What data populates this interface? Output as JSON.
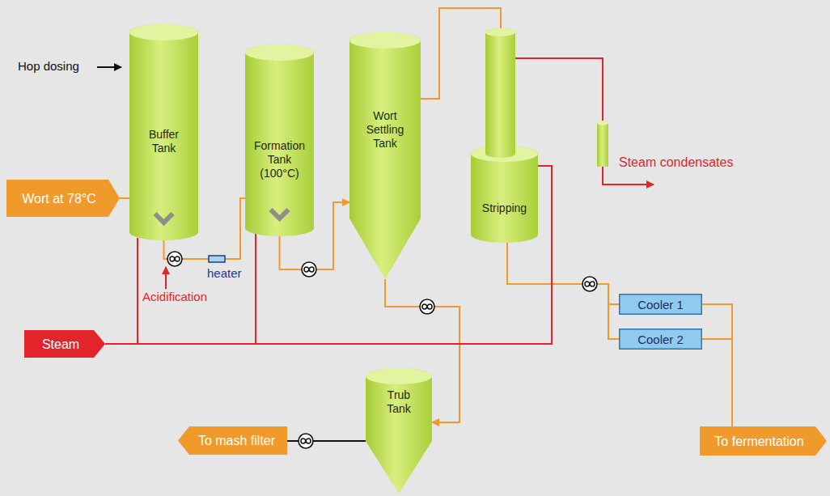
{
  "diagram": {
    "nodes": [
      {
        "text": [
          "Wort at 78°C"
        ]
      },
      {
        "text": [
          "Buffer Tank"
        ]
      },
      {
        "text": [
          "Formation Tank (100°C)"
        ]
      },
      {
        "text": [
          "Wort Settling Tank"
        ]
      },
      {
        "text": [
          "Stripping"
        ]
      },
      {
        "text": [
          "Steam"
        ]
      },
      {
        "text": [
          "Cooler 1"
        ]
      },
      {
        "text": [
          "Cooler 2"
        ]
      },
      {
        "text": [
          "Trub Tank"
        ]
      },
      {
        "text": [
          "To mash filter"
        ]
      },
      {
        "text": [
          "To fermentation"
        ]
      }
    ],
    "edges": [
      {
        "from": 0,
        "to": 1,
        "arrow": "none"
      },
      {
        "from": 1,
        "to": 2,
        "arrow": "none"
      },
      {
        "from": 2,
        "to": 3,
        "arrow": "to"
      },
      {
        "from": 3,
        "to": 4,
        "arrow": "none"
      },
      {
        "from": 3,
        "to": 8,
        "arrow": "to"
      },
      {
        "from": 4,
        "to": 6,
        "arrow": "none"
      },
      {
        "from": 4,
        "to": 7,
        "arrow": "none"
      },
      {
        "from": 6,
        "to": 10,
        "arrow": "none"
      },
      {
        "from": 7,
        "to": 10,
        "arrow": "none"
      },
      {
        "from": 8,
        "to": 9,
        "arrow": "none"
      },
      {
        "from": 5,
        "to": 1,
        "arrow": "none"
      },
      {
        "from": 5,
        "to": 2,
        "arrow": "none"
      },
      {
        "from": 5,
        "to": 4,
        "arrow": "none"
      }
    ],
    "labels": [
      "Hop dosing",
      "heater",
      "Acidification",
      "Steam condensates"
    ]
  }
}
